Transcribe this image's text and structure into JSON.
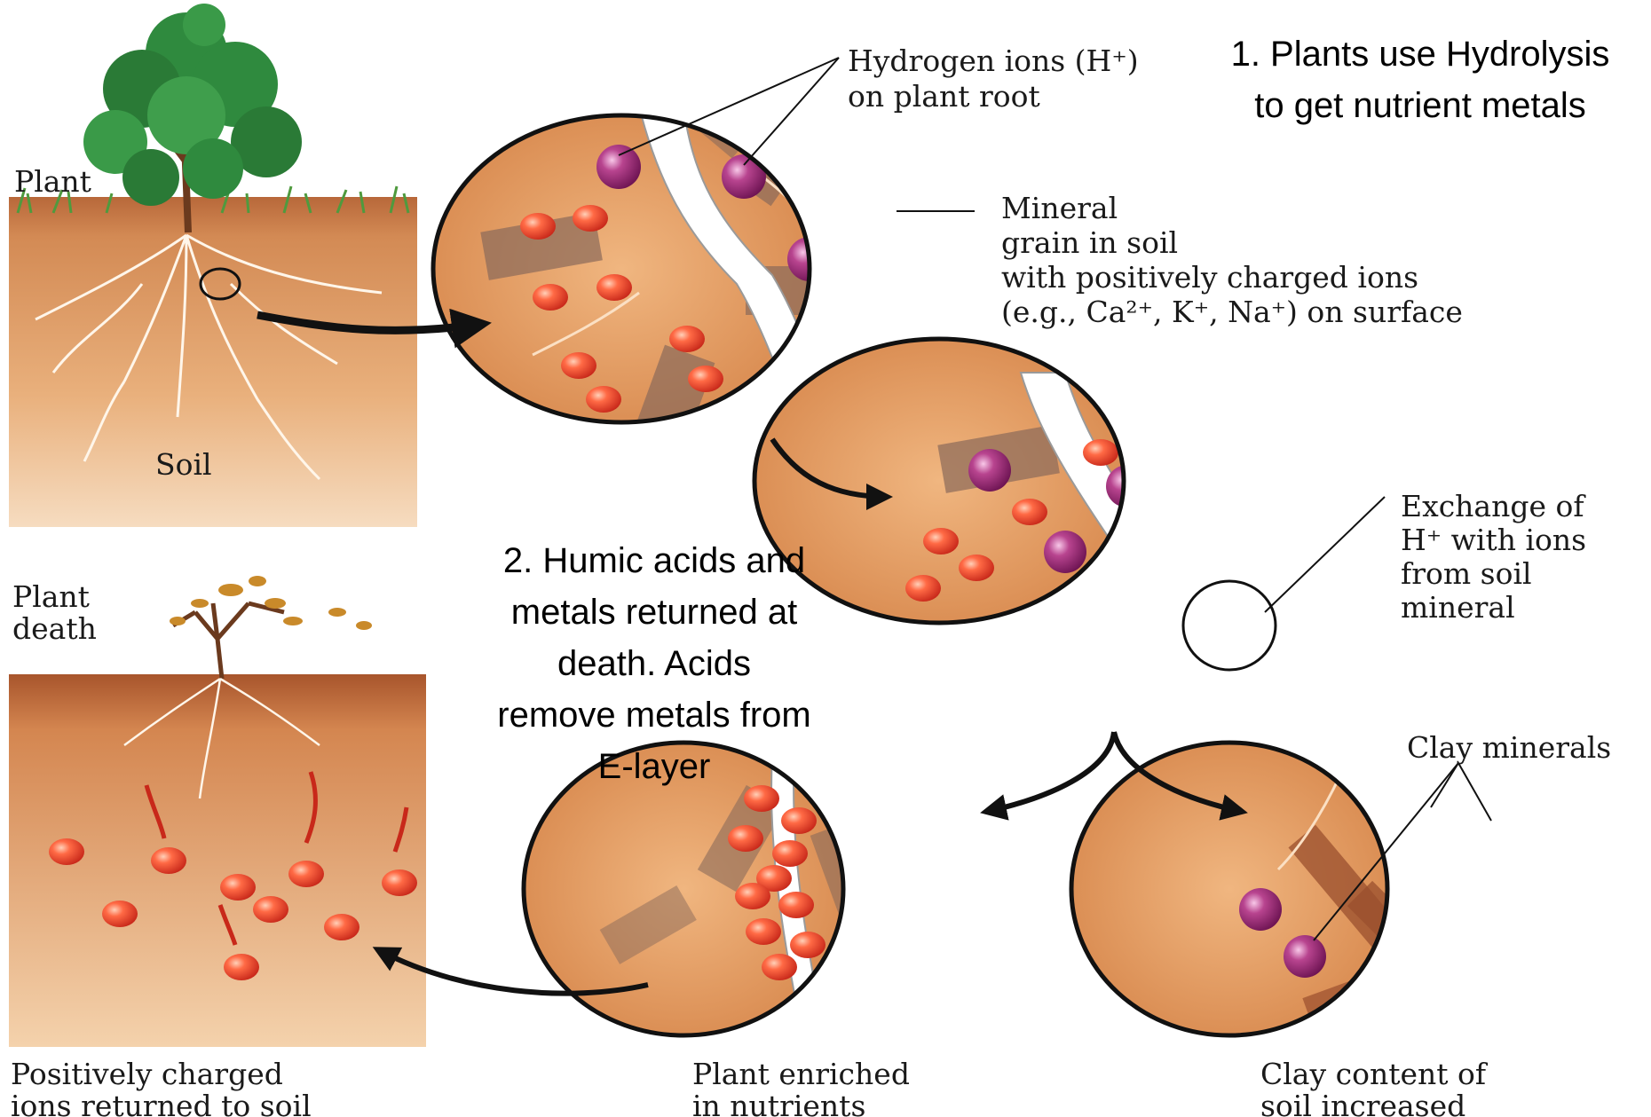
{
  "labels": {
    "plant": "Plant",
    "soil": "Soil",
    "plant_death_1": "Plant",
    "plant_death_2": "death",
    "hydrogen_1": "Hydrogen ions (H⁺)",
    "hydrogen_2": "on plant root",
    "mineral_1": "Mineral",
    "mineral_2": "grain in soil",
    "mineral_3": "with positively charged ions",
    "mineral_4": "(e.g., Ca²⁺, K⁺, Na⁺) on surface",
    "exchange_1": "Exchange of",
    "exchange_2": "H⁺ with ions",
    "exchange_3": "from soil",
    "exchange_4": "mineral",
    "clay_minerals": "Clay minerals",
    "positively_1": "Positively charged",
    "positively_2": "ions returned to soil",
    "enriched_1": "Plant enriched",
    "enriched_2": "in nutrients",
    "clay_content_1": "Clay content of",
    "clay_content_2": "soil increased"
  },
  "annotations": {
    "step1_line1": "1. Plants use Hydrolysis",
    "step1_line2": "to get nutrient metals",
    "step2_line1": "2. Humic acids and",
    "step2_line2": "metals returned at",
    "step2_line3": "death. Acids",
    "step2_line4": "remove metals from",
    "step2_line5": "E-layer"
  },
  "colors": {
    "soil": "#d9955a",
    "soil_light": "#f3cfa4",
    "ion_red": "#e8452c",
    "ion_purple": "#9b2f79",
    "root": "#ffffff",
    "mineral_grain": "#8a6a5a",
    "leaf": "#2f8a3e",
    "dead_leaf": "#c98a2a"
  }
}
